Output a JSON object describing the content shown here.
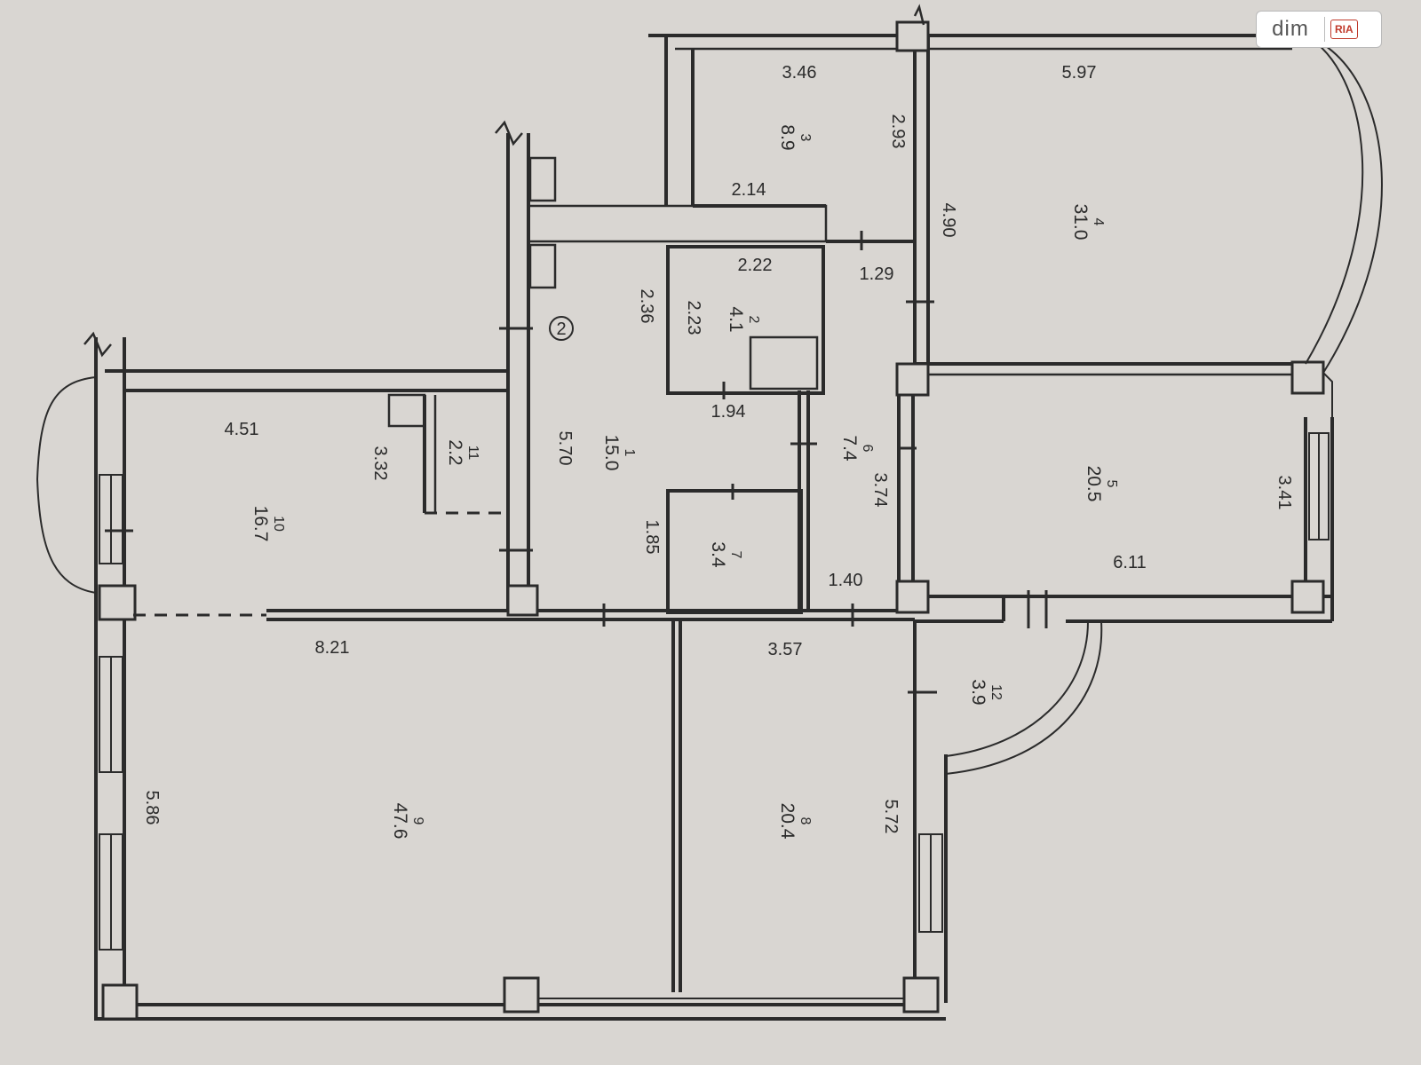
{
  "watermark": {
    "text_left": "dim",
    "text_right": "RIA"
  },
  "marker": "2",
  "rooms": [
    {
      "id": "1",
      "num": "1",
      "area": "15.0"
    },
    {
      "id": "2",
      "num": "2",
      "area": "4.1"
    },
    {
      "id": "3",
      "num": "3",
      "area": "8.9"
    },
    {
      "id": "4",
      "num": "4",
      "area": "31.0"
    },
    {
      "id": "5",
      "num": "5",
      "area": "20.5"
    },
    {
      "id": "6",
      "num": "6",
      "area": "7.4"
    },
    {
      "id": "7",
      "num": "7",
      "area": "3.4"
    },
    {
      "id": "8",
      "num": "8",
      "area": "20.4"
    },
    {
      "id": "9",
      "num": "9",
      "area": "47.6"
    },
    {
      "id": "10",
      "num": "10",
      "area": "16.7"
    },
    {
      "id": "11",
      "num": "11",
      "area": "2.2"
    },
    {
      "id": "12",
      "num": "12",
      "area": "3.9"
    }
  ],
  "dimensions": {
    "d346": "3.46",
    "d597": "5.97",
    "d293": "2.93",
    "d214": "2.14",
    "d490": "4.90",
    "d222": "2.22",
    "d129": "1.29",
    "d236": "2.36",
    "d223": "2.23",
    "d194": "1.94",
    "d451": "4.51",
    "d332": "3.32",
    "d570": "5.70",
    "d374": "3.74",
    "d341": "3.41",
    "d185": "1.85",
    "d611": "6.11",
    "d140": "1.40",
    "d821": "8.21",
    "d357": "3.57",
    "d586": "5.86",
    "d572": "5.72"
  }
}
